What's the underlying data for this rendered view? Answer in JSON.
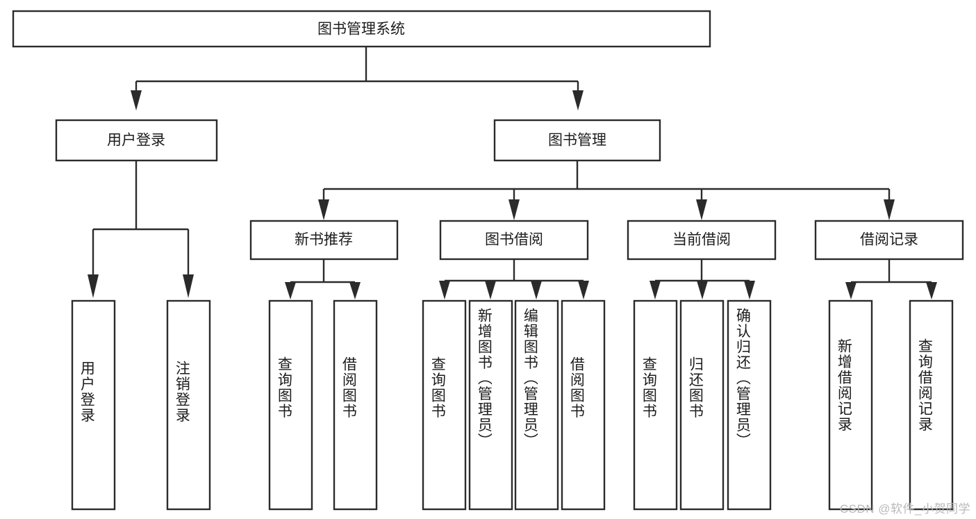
{
  "diagram": {
    "type": "hierarchy-tree",
    "title": "图书管理系统",
    "root": {
      "label": "图书管理系统"
    },
    "level2": [
      {
        "label": "用户登录"
      },
      {
        "label": "图书管理"
      }
    ],
    "level3": [
      {
        "label": "新书推荐",
        "parent": "图书管理"
      },
      {
        "label": "图书借阅",
        "parent": "图书管理"
      },
      {
        "label": "当前借阅",
        "parent": "图书管理"
      },
      {
        "label": "借阅记录",
        "parent": "图书管理"
      }
    ],
    "leaves": {
      "user_login": [
        {
          "label": "用户登录"
        },
        {
          "label": "注销登录"
        }
      ],
      "new_book_recommend": [
        {
          "label": "查询图书"
        },
        {
          "label": "借阅图书"
        }
      ],
      "book_borrow": [
        {
          "label": "查询图书"
        },
        {
          "label": "新增图书（管理员）"
        },
        {
          "label": "编辑图书（管理员）"
        },
        {
          "label": "借阅图书"
        }
      ],
      "current_borrow": [
        {
          "label": "查询图书"
        },
        {
          "label": "归还图书"
        },
        {
          "label": "确认归还（管理员）"
        }
      ],
      "borrow_record": [
        {
          "label": "新增借阅记录"
        },
        {
          "label": "查询借阅记录"
        }
      ]
    }
  },
  "watermark": {
    "text": "CSDN @软件_小贺同学"
  },
  "colors": {
    "stroke": "#2b2b2b",
    "box_fill": "#ffffff",
    "text": "#1c1c1c",
    "background": "#ffffff",
    "watermark": "#b9b9b9"
  }
}
